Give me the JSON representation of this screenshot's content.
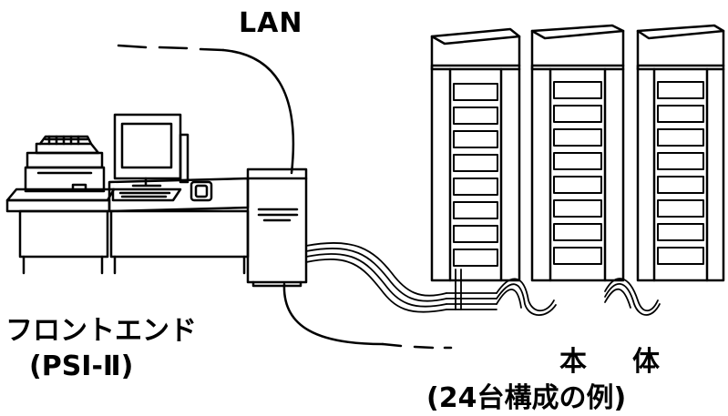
{
  "labels": {
    "lan": "LAN",
    "frontend_title": "フロントエンド",
    "frontend_subtitle": "(PSI-Ⅱ)",
    "main_title": "本　体",
    "main_subtitle": "(24台構成の例)"
  },
  "colors": {
    "line": "#000000",
    "background": "#ffffff"
  },
  "icons": {
    "frontend": "workstation-drawing",
    "interface": "interface-cabinet-drawing",
    "main_unit": "rack-cabinet-drawing",
    "network": "lan-cable-drawing"
  }
}
